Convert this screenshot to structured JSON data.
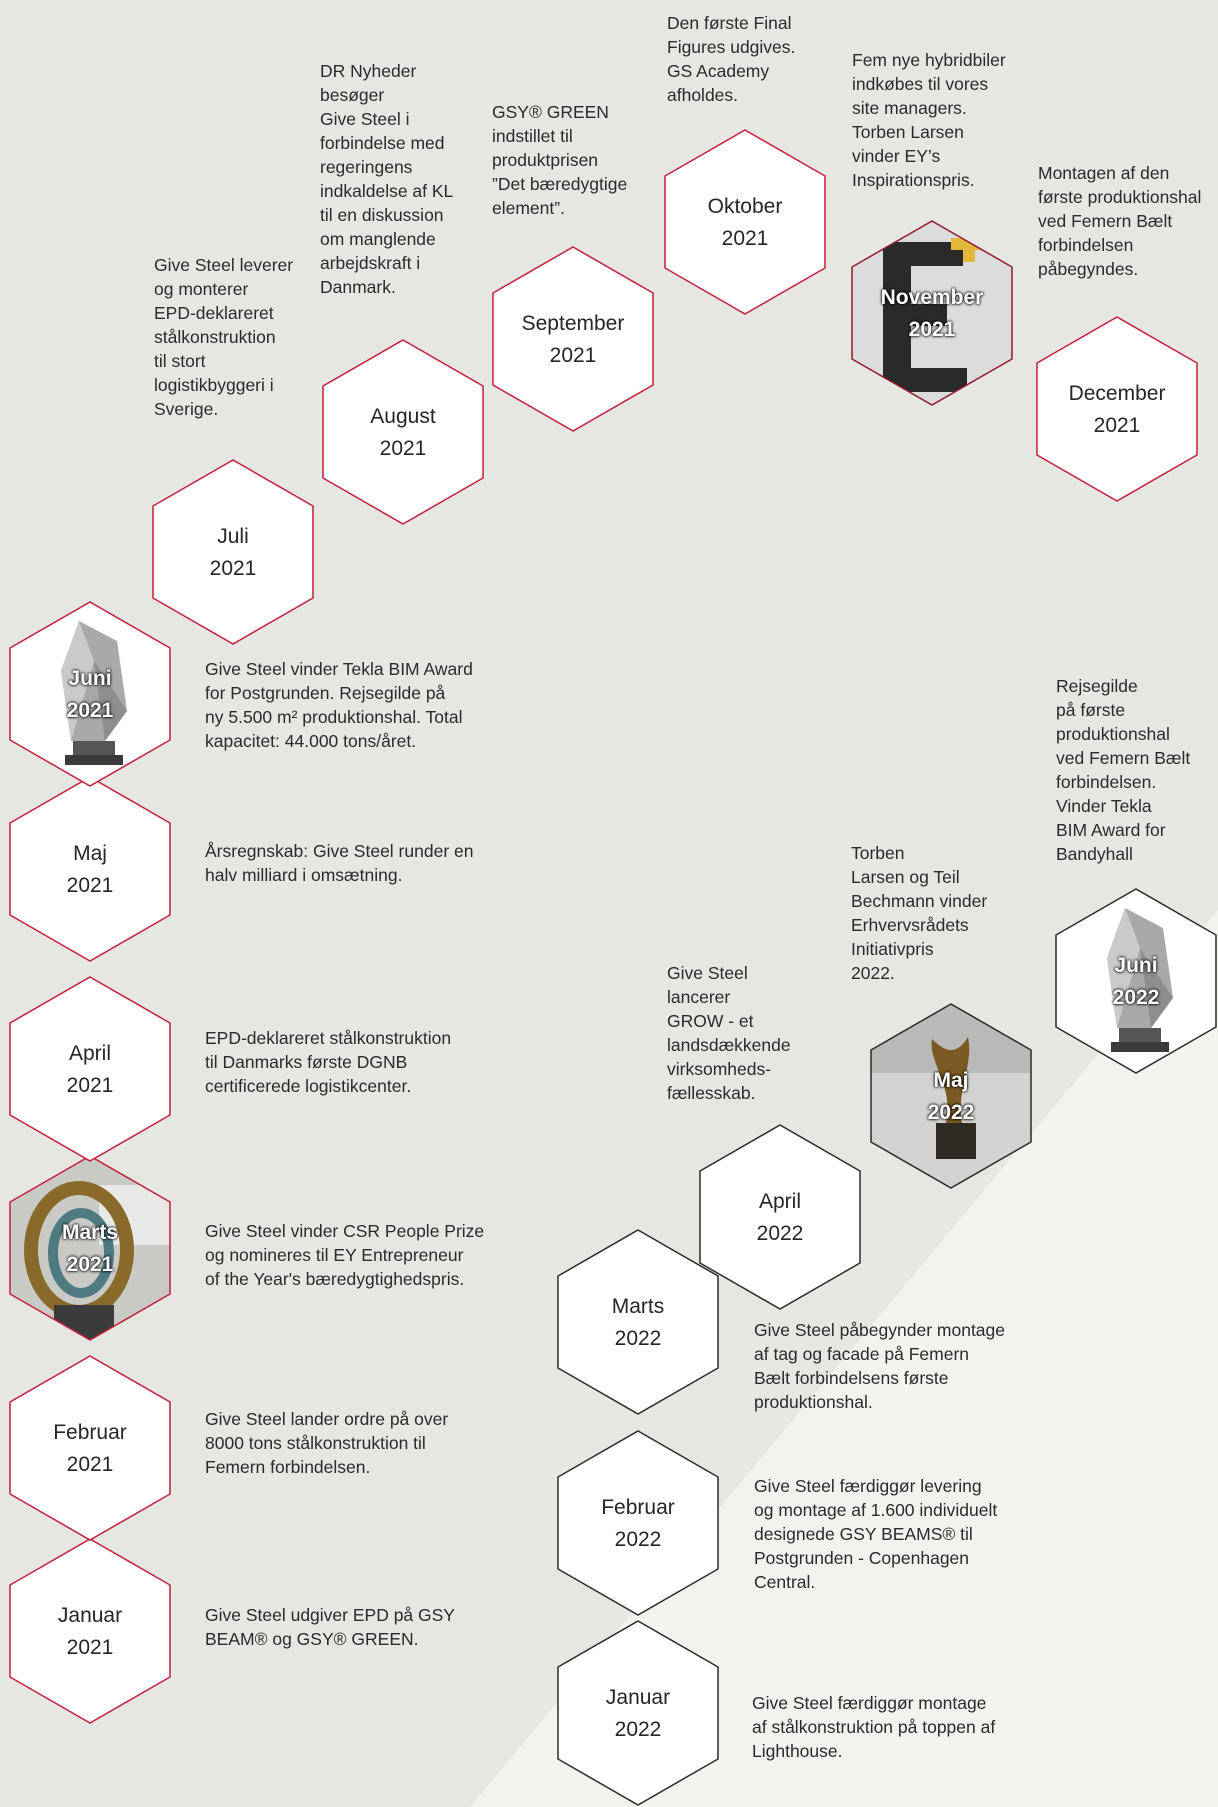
{
  "colors": {
    "background": "#e6e6e2",
    "hex_border": "#c41e3a",
    "hex_fill": "#ffffff"
  },
  "timeline_2021": [
    {
      "month": "Januar",
      "year": "2021",
      "text": "Give Steel udgiver EPD på GSY\nBEAM® og GSY® GREEN.",
      "photo": null
    },
    {
      "month": "Februar",
      "year": "2021",
      "text": "Give Steel lander ordre på over\n8000 tons stålkonstruktion til\nFemern forbindelsen.",
      "photo": null
    },
    {
      "month": "Marts",
      "year": "2021",
      "text": "Give Steel vinder CSR People Prize\nog nomineres til EY Entrepreneur\nof the Year's bæredygtighedspris.",
      "photo": "csr-prize-sculpture"
    },
    {
      "month": "April",
      "year": "2021",
      "text": "EPD-deklareret stålkonstruktion\ntil Danmarks første DGNB\ncertificerede logistikcenter.",
      "photo": null
    },
    {
      "month": "Maj",
      "year": "2021",
      "text": "Årsregnskab: Give Steel runder en\nhalv milliard i omsætning.",
      "photo": null
    },
    {
      "month": "Juni",
      "year": "2021",
      "text": "Give Steel vinder Tekla BIM Award\nfor Postgrunden. Rejsegilde på\nny 5.500 m² produktionshal. Total\nkapacitet: 44.000 tons/året.",
      "photo": "tekla-award-trophy"
    },
    {
      "month": "Juli",
      "year": "2021",
      "text": "Give Steel leverer\nog monterer\nEPD-deklareret\nstålkonstruktion\ntil stort\nlogistikbyggeri i\nSverige.",
      "photo": null
    },
    {
      "month": "August",
      "year": "2021",
      "text": "DR Nyheder\nbesøger\nGive Steel i\nforbindelse med\nregeringens\nindkaldelse af KL\ntil en diskussion\nom manglende\narbejdskraft i\nDanmark.",
      "photo": null
    },
    {
      "month": "September",
      "year": "2021",
      "text": "GSY® GREEN\nindstillet til\nproduktprisen\n”Det bæredygtige\nelement”.",
      "photo": null
    },
    {
      "month": "Oktober",
      "year": "2021",
      "text": "Den første Final\nFigures udgives.\nGS Academy\nafholdes.",
      "photo": null
    },
    {
      "month": "November",
      "year": "2021",
      "text": "Fem nye hybridbiler\nindkøbes til vores\nsite managers.\nTorben Larsen\nvinder EY’s\nInspirationspris.",
      "photo": "ey-award-logo"
    },
    {
      "month": "December",
      "year": "2021",
      "text": "Montagen af den\nførste produktionshal\nved Femern Bælt\nforbindelsen\npåbegyndes.",
      "photo": null
    }
  ],
  "timeline_2022": [
    {
      "month": "Januar",
      "year": "2022",
      "text": "Give Steel færdiggør montage\naf stålkonstruktion på toppen af\nLighthouse.",
      "photo": null
    },
    {
      "month": "Februar",
      "year": "2022",
      "text": "Give Steel færdiggør levering\nog montage af 1.600 individuelt\ndesignede GSY BEAMS® til\nPostgrunden - Copenhagen\nCentral.",
      "photo": null
    },
    {
      "month": "Marts",
      "year": "2022",
      "text": "Give Steel påbegynder montage\naf tag og facade på Femern\nBælt forbindelsens første\nproduktionshal.",
      "photo": null
    },
    {
      "month": "April",
      "year": "2022",
      "text": "Give Steel\nlancerer\nGROW - et\nlandsdækkende\nvirksomheds-\nfællesskab.",
      "photo": null
    },
    {
      "month": "Maj",
      "year": "2022",
      "text": "Torben\nLarsen og Teil\nBechmann vinder\nErhvervsrådets\nInitiativpris\n2022.",
      "photo": "initiativpris-trophy"
    },
    {
      "month": "Juni",
      "year": "2022",
      "text": "Rejsegilde\npå første\nproduktionshal\nved Femern Bælt\nforbindelsen.\nVinder Tekla\nBIM Award for\nBandyhall",
      "photo": "tekla-award-trophy"
    }
  ]
}
